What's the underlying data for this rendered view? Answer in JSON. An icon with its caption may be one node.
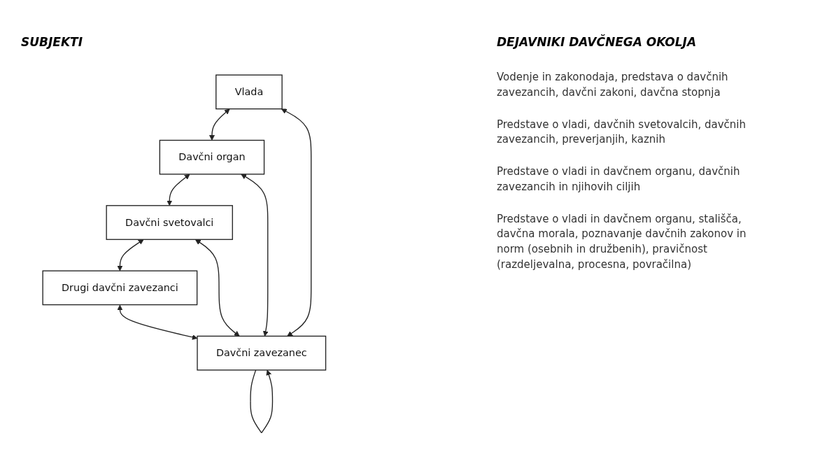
{
  "diagram": {
    "nodes": [
      {
        "text": [
          "Vlada"
        ]
      },
      {
        "text": [
          "Davčni organ"
        ]
      },
      {
        "text": [
          "Davčni svetovalci"
        ]
      },
      {
        "text": [
          "Drugi davčni zavezanci"
        ]
      },
      {
        "text": [
          "Davčni zavezanec"
        ]
      }
    ],
    "edges": [
      {
        "from": 0,
        "to": 1,
        "arrow": "both"
      },
      {
        "from": 1,
        "to": 2,
        "arrow": "both"
      },
      {
        "from": 2,
        "to": 3,
        "arrow": "both"
      },
      {
        "from": 3,
        "to": 4,
        "arrow": "both"
      },
      {
        "from": 0,
        "to": 4,
        "arrow": "both"
      },
      {
        "from": 1,
        "to": 4,
        "arrow": "both"
      },
      {
        "from": 2,
        "to": 4,
        "arrow": "both"
      },
      {
        "from": 4,
        "to": 4,
        "arrow": "to"
      }
    ],
    "labels": [
      "SUBJEKTI",
      "DEJAVNIKI DAVČNEGA OKOLJA",
      "Vodenje in zakonodaja, predstava o davčnih zavezancih, davčni zakoni, davčna stopnja",
      "Predstave o vladi, davčnih svetovalcih, davčnih zavezancih, preverjanjih, kaznih",
      "Predstave o vladi in davčnem organu, davčnih zavezancih in njihovih ciljih",
      "Predstave o vladi in davčnem organu, stališča, davčna morala, poznavanje davčnih zakonov in norm (osebnih in družbenih), pravičnost (razdeljevalna, procesna, povračilna)"
    ]
  }
}
